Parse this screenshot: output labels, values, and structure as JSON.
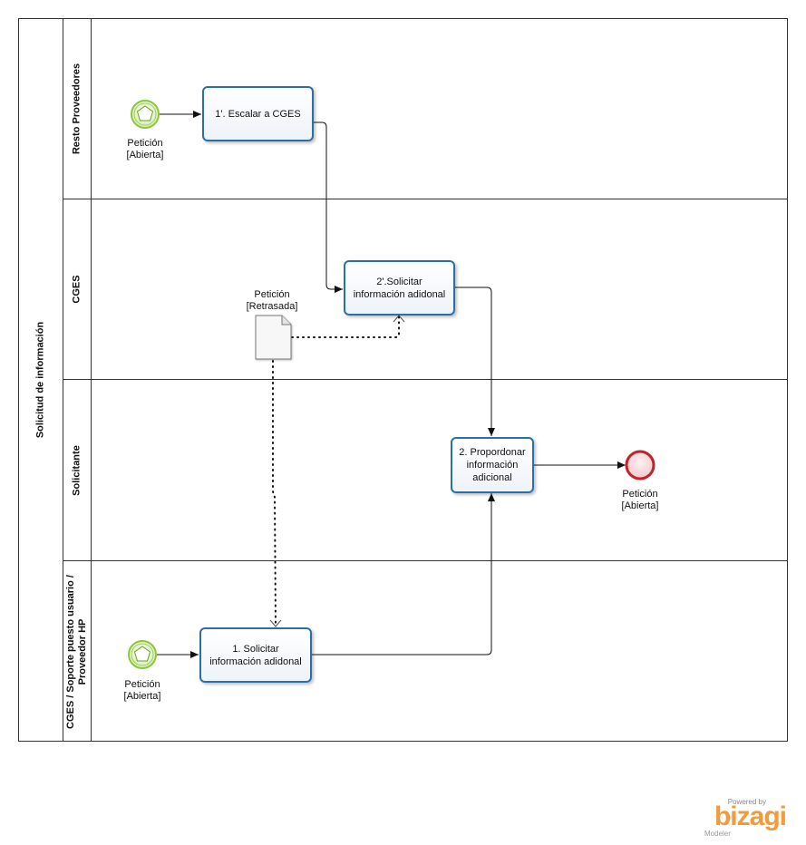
{
  "pool": {
    "title": "Solicitud de información"
  },
  "lanes": [
    {
      "label": "Resto Proveedores"
    },
    {
      "label": "CGES"
    },
    {
      "label": "Solicitante"
    },
    {
      "label_line1": "CGES / Soporte puesto usuario /",
      "label_line2": "Proveedor HP"
    }
  ],
  "tasks": {
    "escalar": "1'. Escalar a CGES",
    "solicitar_cges_line1": "2'.Solicitar",
    "solicitar_cges_line2": "información adidonal",
    "proporcionar_line1": "2. Propordonar",
    "proporcionar_line2": "información",
    "proporcionar_line3": "adicional",
    "solicitar_line1": "1. Solicitar",
    "solicitar_line2": "información adidonal"
  },
  "events": {
    "start_resto_line1": "Petición",
    "start_resto_line2": "[Abierta]",
    "start_cges_line1": "Petición",
    "start_cges_line2": "[Abierta]",
    "end_line1": "Petición",
    "end_line2": "[Abierta]"
  },
  "data_object": {
    "line1": "Petición",
    "line2": "[Retrasada]"
  },
  "branding": {
    "powered_by": "Powered by",
    "brand": "bizagi",
    "product": "Modeler"
  },
  "colors": {
    "task_border": "#2a6fa8",
    "start_event": "#8dc63f",
    "end_event": "#c0232b"
  }
}
